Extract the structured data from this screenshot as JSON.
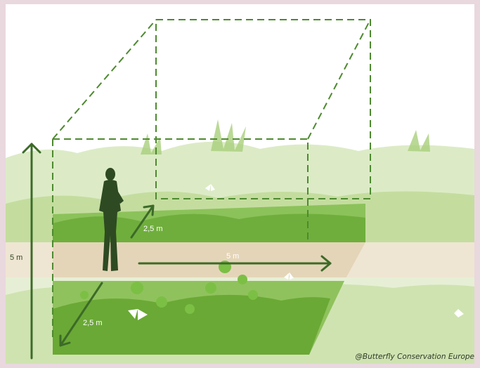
{
  "diagram": {
    "labels": {
      "height": "5 m",
      "length": "5 m",
      "depth_back": "2,5 m",
      "depth_front": "2,5 m"
    },
    "credit": "@Butterfly Conservation  Europe"
  },
  "colors": {
    "border_pink": "#e9d8de",
    "sky": "#ffffff",
    "grass_light": "#d8e8bf",
    "grass_mid": "#b7d48f",
    "grass_dark": "#6fae3c",
    "path": "#eadfcc",
    "arrow_green": "#3c6b28",
    "silhouette": "#2e4a22",
    "box_dash": "#4d8a2f"
  },
  "icons": [
    "person-silhouette",
    "butterfly-icon",
    "flower-icon"
  ]
}
